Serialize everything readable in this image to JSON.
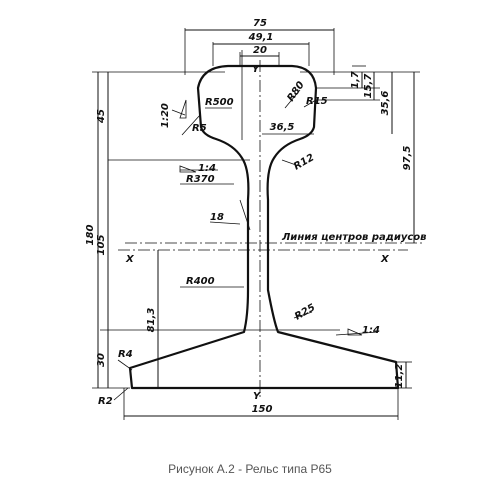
{
  "caption": "Рисунок А.2 - Рельс типа Р65",
  "dimensions": {
    "head_width": "75",
    "width_49": "49,1",
    "width_20": "20",
    "base_width": "150",
    "height_180": "180",
    "height_105": "105",
    "height_45": "45",
    "height_30": "30",
    "height_97": "97,5",
    "height_81": "81,3",
    "head_36": "36,5",
    "right_1_7": "1,7",
    "right_15_7": "15,7",
    "right_35_6": "35,6",
    "base_11_2": "11,2"
  },
  "radii": {
    "r500": "R500",
    "r80": "R80",
    "r15": "R15",
    "r5": "R5",
    "r12": "R12",
    "r370": "R370",
    "r400": "R400",
    "r25": "R25",
    "r4": "R4",
    "r2": "R2",
    "web_18": "18"
  },
  "slopes": {
    "head_left": "1:20",
    "under_head": "1:4",
    "base_top": "1:4"
  },
  "axes": {
    "x_left": "X",
    "x_right": "X",
    "y_top": "Y",
    "y_bottom": "Y"
  },
  "notes": {
    "radius_line": "Линия центров радиусов"
  }
}
